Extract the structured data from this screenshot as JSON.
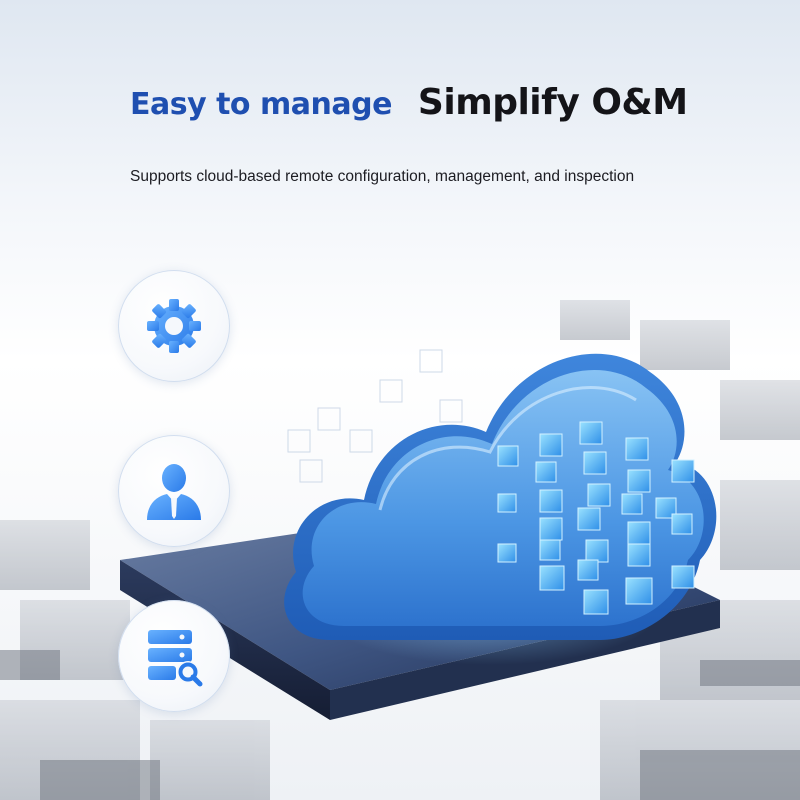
{
  "header": {
    "highlight": "Easy to manage",
    "title": "Simplify O&M",
    "subtitle": "Supports cloud-based remote configuration, management, and inspection"
  },
  "features": [
    {
      "icon": "gear-icon"
    },
    {
      "icon": "user-icon"
    },
    {
      "icon": "server-search-icon"
    }
  ],
  "colors": {
    "accent": "#1f4fb0",
    "icon_blue": "#3a8ef0",
    "title": "#141418"
  }
}
